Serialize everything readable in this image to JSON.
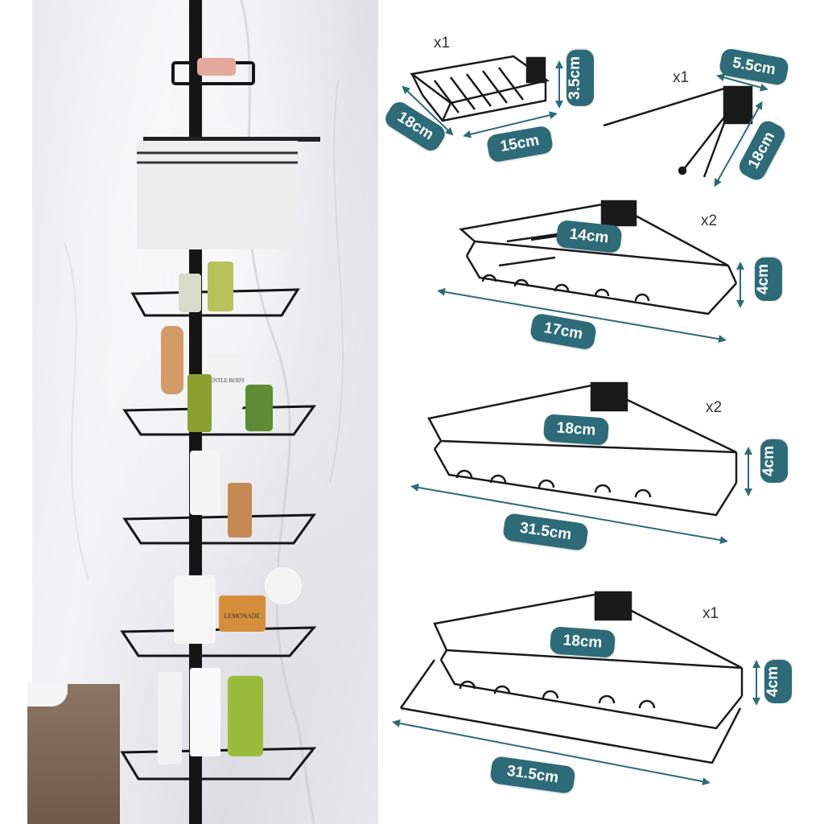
{
  "products": [
    {
      "name": "soap-dish",
      "quantity": "x1",
      "dimensions": [
        "18cm",
        "15cm",
        "3.5cm"
      ]
    },
    {
      "name": "towel-bar",
      "quantity": "x1",
      "dimensions": [
        "5.5cm",
        "18cm"
      ]
    },
    {
      "name": "small-corner-shelf",
      "quantity": "x2",
      "dimensions": [
        "14cm",
        "17cm",
        "4cm"
      ]
    },
    {
      "name": "large-corner-shelf",
      "quantity": "x2",
      "dimensions": [
        "18cm",
        "31.5cm",
        "4cm"
      ]
    },
    {
      "name": "bottom-corner-shelf",
      "quantity": "x1",
      "dimensions": [
        "18cm",
        "31.5cm",
        "4cm"
      ]
    }
  ],
  "photo_labels": {
    "bottle_label": "GENTLE BODY",
    "jar_label": "LEMONADE"
  },
  "colors": {
    "dimension_pill": "#2d6b79",
    "metal": "#1a1a1a"
  }
}
